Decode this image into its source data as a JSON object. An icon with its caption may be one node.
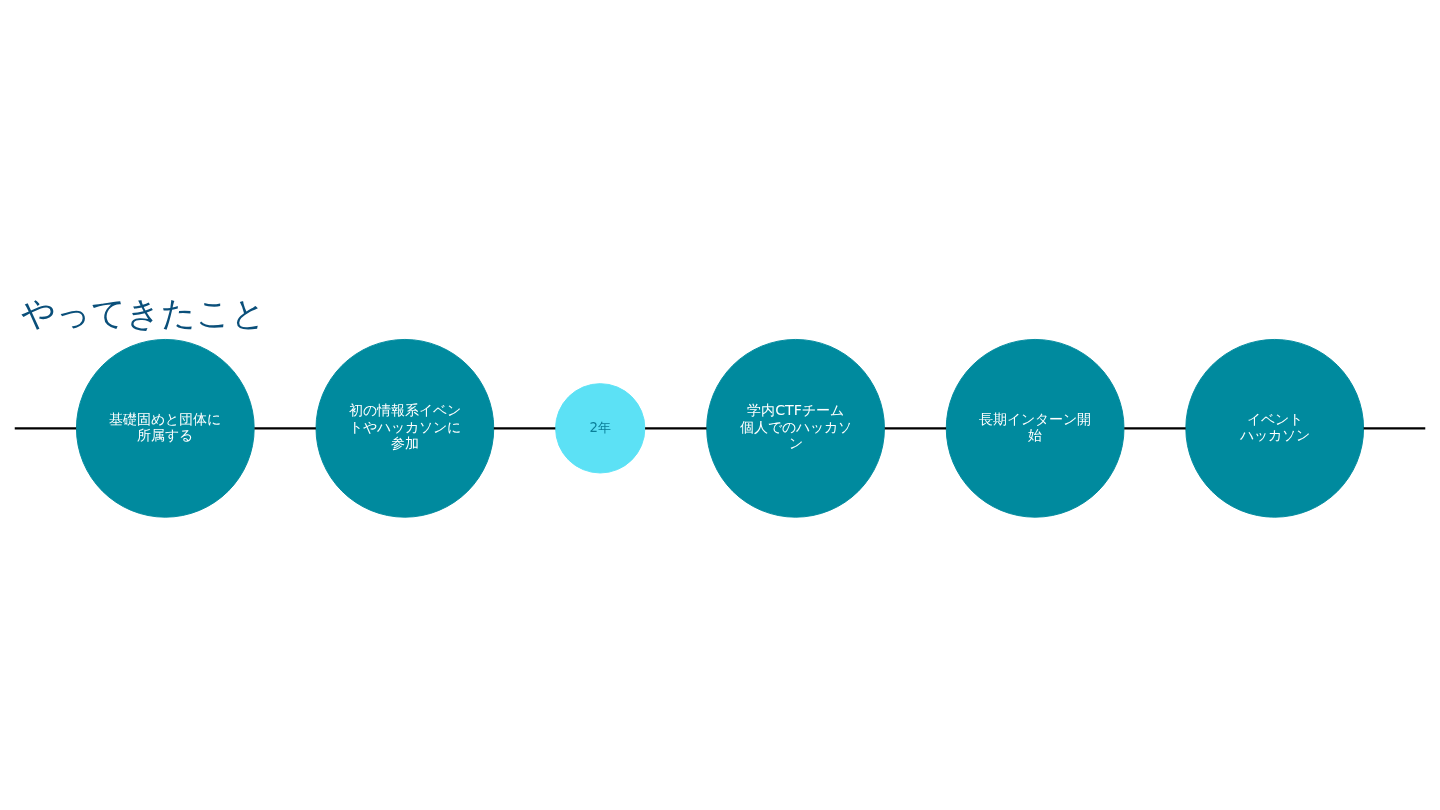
{
  "diagram": {
    "title": "やってきたこと",
    "nodes": [
      {
        "text": [
          "基礎固めと団体に所属する"
        ]
      },
      {
        "text": [
          "初の情報系イベントやハッカソンに参加"
        ]
      },
      {
        "text": [
          "2年"
        ]
      },
      {
        "text": [
          "学内CTFチーム",
          "個人でのハッカソン"
        ]
      },
      {
        "text": [
          "長期インターン開始"
        ]
      },
      {
        "text": [
          "イベント",
          "ハッカソン"
        ]
      }
    ],
    "edges": [
      {
        "from": null,
        "to": 0,
        "arrow": "none"
      },
      {
        "from": 0,
        "to": 1,
        "arrow": "none"
      },
      {
        "from": 1,
        "to": 2,
        "arrow": "none"
      },
      {
        "from": 2,
        "to": 3,
        "arrow": "none"
      },
      {
        "from": 3,
        "to": 4,
        "arrow": "none"
      },
      {
        "from": 4,
        "to": 5,
        "arrow": "none"
      },
      {
        "from": 5,
        "to": null,
        "arrow": "none"
      }
    ]
  }
}
